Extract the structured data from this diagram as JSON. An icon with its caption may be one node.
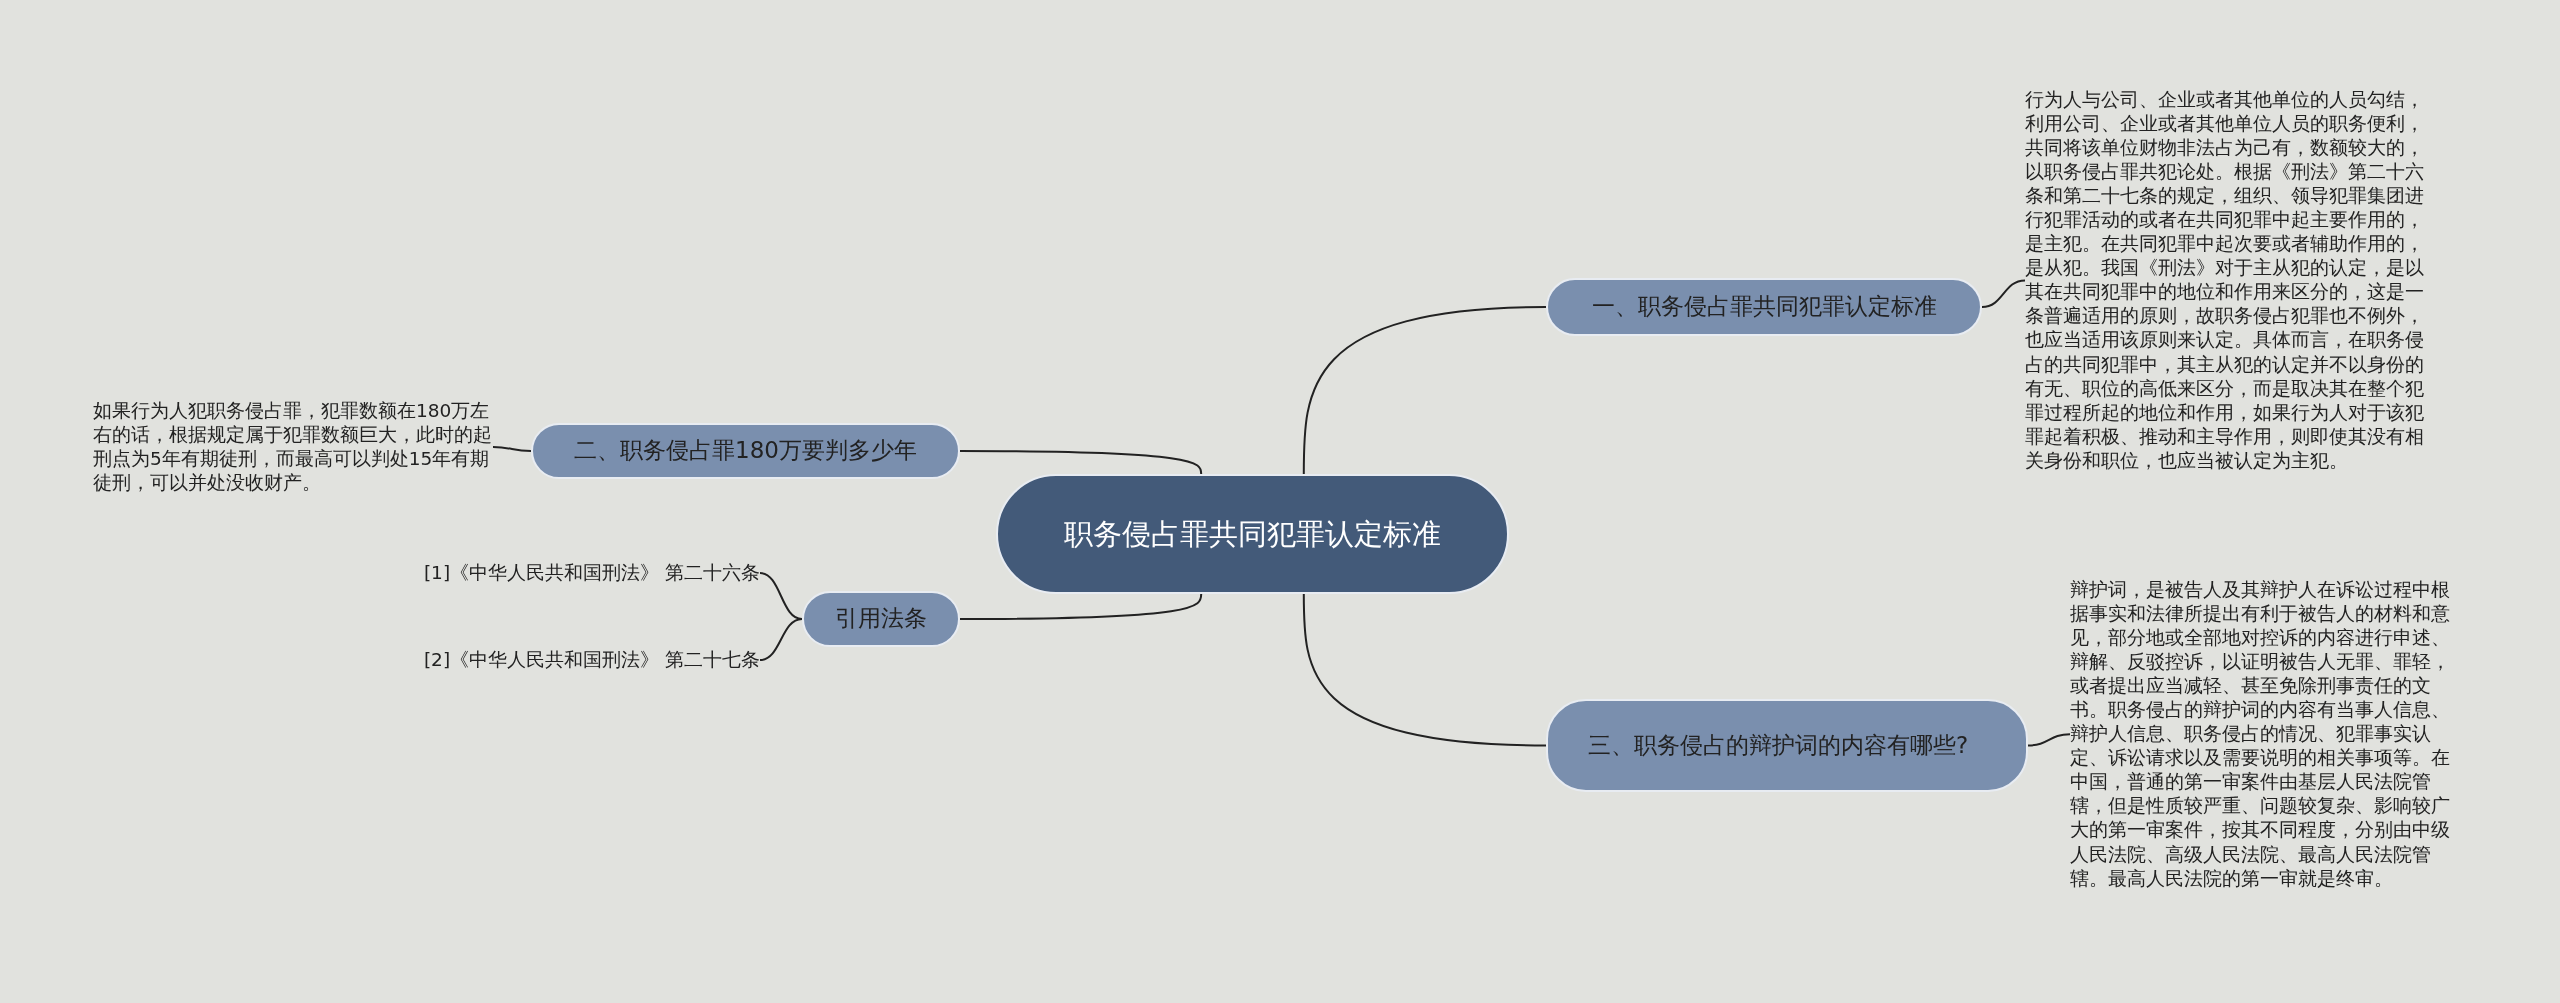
{
  "diagram": {
    "nodes": [
      {
        "text": [
          "职务侵占罪共同犯罪认定标准"
        ]
      },
      {
        "text": [
          "一、职务侵占罪共同犯罪认定标准"
        ]
      },
      {
        "text": [
          "行为人与公司、企业或者其他单位的人员勾结，利用公司、企业或者其他单位人员的职务便利，共同将该单位财物非法占为己有，数额较大的，以职务侵占罪共犯论处。根据《刑法》第二十六条和第二十七条的规定，组织、领导犯罪集团进行犯罪活动的或者在共同犯罪中起主要作用的，是主犯。在共同犯罪中起次要或者辅助作用的，是从犯。我国《刑法》对于主从犯的认定，是以其在共同犯罪中的地位和作用来区分的，这是一条普遍适用的原则，故职务侵占犯罪也不例外，也应当适用该原则来认定。具体而言，在职务侵占的共同犯罪中，其主从犯的认定并不以身份的有无、职位的高低来区分，而是取决其在整个犯罪过程所起的地位和作用，如果行为人对于该犯罪起着积极、推动和主导作用，则即使其没有相关身份和职位，也应当被认定为主犯。"
        ]
      },
      {
        "text": [
          "二、职务侵占罪180万要判多少年"
        ]
      },
      {
        "text": [
          "如果行为人犯职务侵占罪，犯罪数额在180万左右的话，根据规定属于犯罪数额巨大，此时的起刑点为5年有期徒刑，而最高可以判处15年有期徒刑，可以并处没收财产。"
        ]
      },
      {
        "text": [
          "引用法条"
        ]
      },
      {
        "text": [
          "[1]《中华人民共和国刑法》 第二十六条"
        ]
      },
      {
        "text": [
          "[2]《中华人民共和国刑法》 第二十七条"
        ]
      },
      {
        "text": [
          "三、职务侵占的辩护词的内容有哪些?"
        ]
      },
      {
        "text": [
          "辩护词，是被告人及其辩护人在诉讼过程中根据事实和法律所提出有利于被告人的材料和意见，部分地或全部地对控诉的内容进行申述、辩解、反驳控诉，以证明被告人无罪、罪轻，或者提出应当减轻、甚至免除刑事责任的文书。职务侵占的辩护词的内容有当事人信息、辩护人信息、职务侵占的情况、犯罪事实认定、诉讼请求以及需要说明的相关事项等。在中国，普通的第一审案件由基层人民法院管辖，但是性质较严重、问题较复杂、影响较广大的第一审案件，按其不同程度，分别由中级人民法院、高级人民法院、最高人民法院管辖。最高人民法院的第一审就是终审。"
        ]
      }
    ],
    "edges": [
      {
        "from": 0,
        "to": 1,
        "arrow": "none"
      },
      {
        "from": 1,
        "to": 2,
        "arrow": "none"
      },
      {
        "from": 0,
        "to": 3,
        "arrow": "none"
      },
      {
        "from": 3,
        "to": 4,
        "arrow": "none"
      },
      {
        "from": 0,
        "to": 5,
        "arrow": "none"
      },
      {
        "from": 5,
        "to": 6,
        "arrow": "none"
      },
      {
        "from": 5,
        "to": 7,
        "arrow": "none"
      },
      {
        "from": 0,
        "to": 8,
        "arrow": "none"
      },
      {
        "from": 8,
        "to": 9,
        "arrow": "none"
      }
    ]
  }
}
